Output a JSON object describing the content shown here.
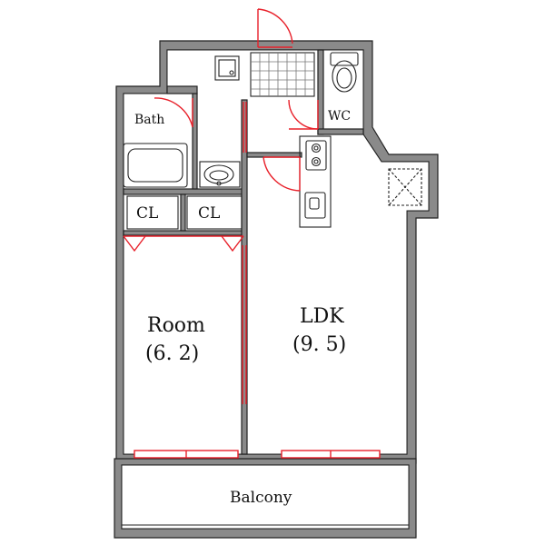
{
  "rooms": {
    "bath": "Bath",
    "wc": "WC",
    "closet_left": "CL",
    "closet_right": "CL",
    "room_name": "Room",
    "room_size": "(6. 2)",
    "ldk_name": "LDK",
    "ldk_size": "(9. 5)",
    "balcony": "Balcony"
  }
}
